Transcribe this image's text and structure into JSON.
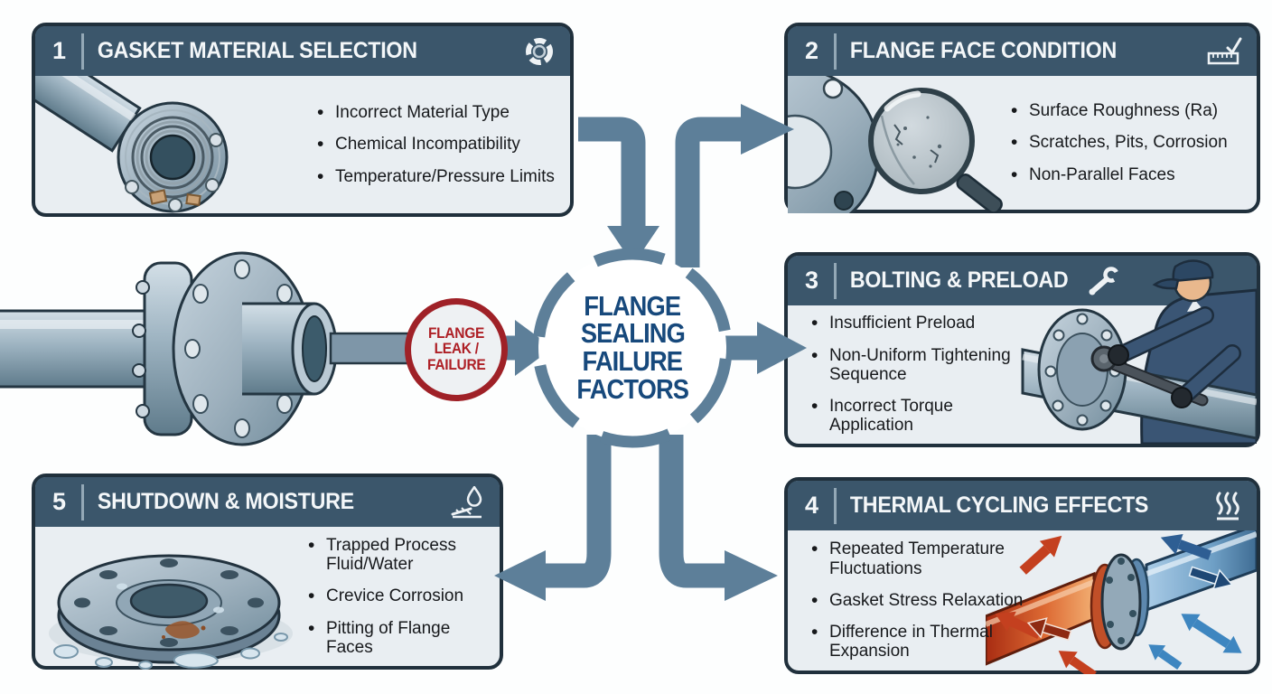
{
  "colors": {
    "header_bg": "#3b566b",
    "panel_bg": "#e9eef2",
    "panel_border": "#20303c",
    "arrow_slate": "#5d7f99",
    "center_text_navy": "#17497c",
    "leak_red": "#9f2127",
    "bullet_text": "#17191c",
    "header_text": "#f4f7f9",
    "hot_pipe": "#c2401f",
    "cold_pipe": "#4c7ba5"
  },
  "center": {
    "lines": [
      "FLANGE",
      "SEALING",
      "FAILURE",
      "FACTORS"
    ]
  },
  "leak_badge": {
    "lines": [
      "FLANGE",
      "LEAK /",
      "FAILURE"
    ]
  },
  "panels": [
    {
      "number": "1",
      "title": "GASKET MATERIAL SELECTION",
      "icon": "gasket-ring-icon",
      "illustration": "flange-gasket-cross-section",
      "bullets": [
        "Incorrect Material Type",
        "Chemical Incompatibility",
        "Temperature/Pressure Limits"
      ]
    },
    {
      "number": "2",
      "title": "FLANGE FACE CONDITION",
      "icon": "ruler-check-icon",
      "illustration": "magnifier-over-flange-face",
      "bullets": [
        "Surface Roughness (Ra)",
        "Scratches, Pits, Corrosion",
        "Non-Parallel Faces"
      ]
    },
    {
      "number": "3",
      "title": "BOLTING & PRELOAD",
      "icon": "wrench-icon",
      "illustration": "worker-torque-wrench-flange",
      "bullets": [
        "Insufficient Preload",
        "Non-Uniform Tightening Sequence",
        "Incorrect Torque Application"
      ]
    },
    {
      "number": "4",
      "title": "THERMAL CYCLING EFFECTS",
      "icon": "heat-waves-icon",
      "illustration": "hot-cold-pipe-flange",
      "bullets": [
        "Repeated Temperature Fluctuations",
        "Gasket Stress Relaxation",
        "Difference in Thermal Expansion"
      ]
    },
    {
      "number": "5",
      "title": "SHUTDOWN & MOISTURE",
      "icon": "water-drop-icon",
      "illustration": "wet-corroded-flange",
      "bullets": [
        "Trapped Process Fluid/Water",
        "Crevice Corrosion",
        "Pitting of Flange Faces"
      ]
    }
  ]
}
